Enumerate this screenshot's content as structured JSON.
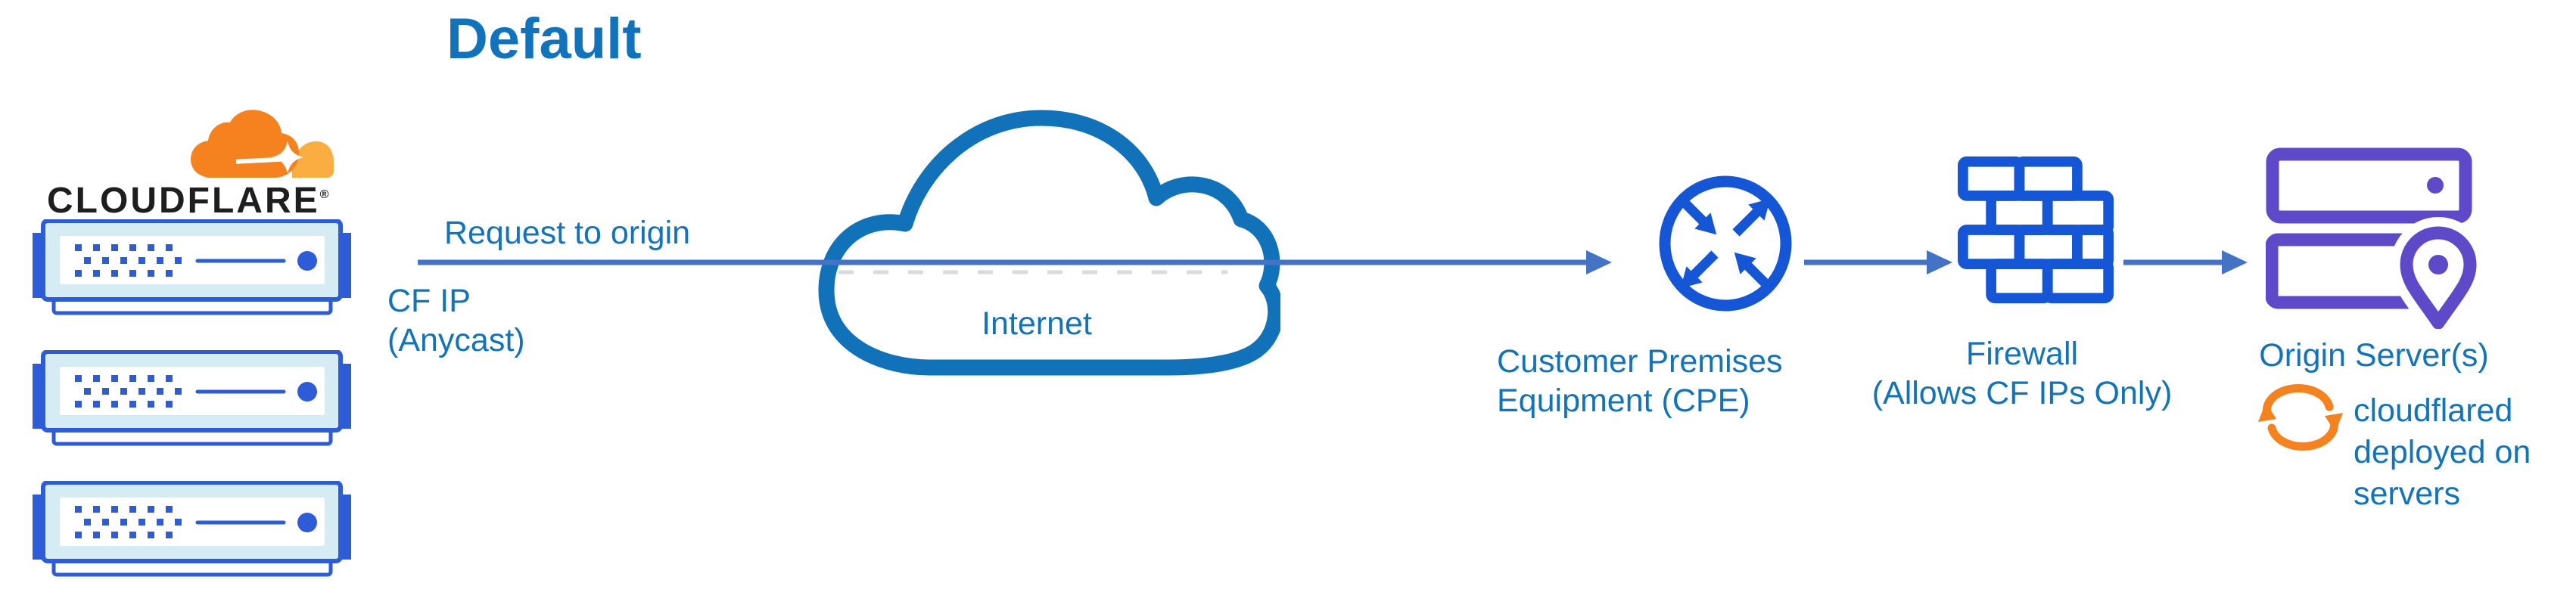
{
  "title": "Default",
  "logo": {
    "wordmark": "CLOUDFLARE",
    "registered": "®"
  },
  "labels": {
    "request": "Request to origin",
    "cf_ip_line1": "CF IP",
    "cf_ip_line2": "(Anycast)",
    "internet": "Internet",
    "cpe_line1": "Customer Premises",
    "cpe_line2": "Equipment (CPE)",
    "firewall_line1": "Firewall",
    "firewall_line2": "(Allows CF IPs Only)",
    "origin": "Origin Server(s)",
    "cloudflared_line1": "cloudflared",
    "cloudflared_line2": "deployed on",
    "cloudflared_line3": "servers"
  },
  "icons": {
    "logo_cloud": "cloudflare-logo-cloud-icon",
    "edge_servers": "cloudflare-edge-server-rack-icon",
    "internet_cloud": "internet-cloud-icon",
    "cpe": "router-cpe-icon",
    "firewall": "firewall-brick-wall-icon",
    "origin_servers": "origin-servers-location-pin-icon",
    "cloudflared": "sync-refresh-arrows-icon"
  },
  "colors": {
    "text-blue": "#1273BD",
    "icon-blue": "#1556D6",
    "server-blue": "#2E5BD8",
    "server-fill": "#D6ECF5",
    "slate": "#4472C4",
    "purple": "#5E4AC8",
    "orange": "#F6821F",
    "orange-light": "#FBAD41",
    "dark": "#1E1E1E",
    "cloud-blue": "#1172BA",
    "dash-gray": "#D9D9E0"
  }
}
